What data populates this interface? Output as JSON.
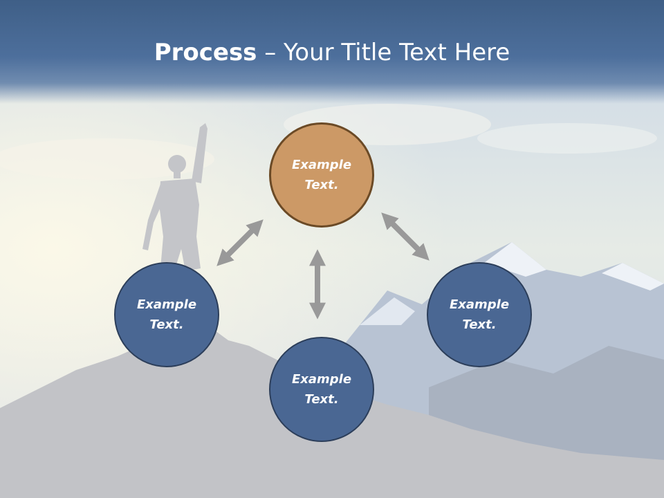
{
  "title": {
    "bold": "Process",
    "rest": " – Your Title Text Here"
  },
  "nodes": {
    "top": "Example\nText.",
    "left": "Example\nText.",
    "right": "Example\nText.",
    "bottom": "Example\nText."
  },
  "colors": {
    "header": "#4d6f9c",
    "node_blue": "#4a6793",
    "node_orange": "#cc9966",
    "arrow": "#999999"
  }
}
